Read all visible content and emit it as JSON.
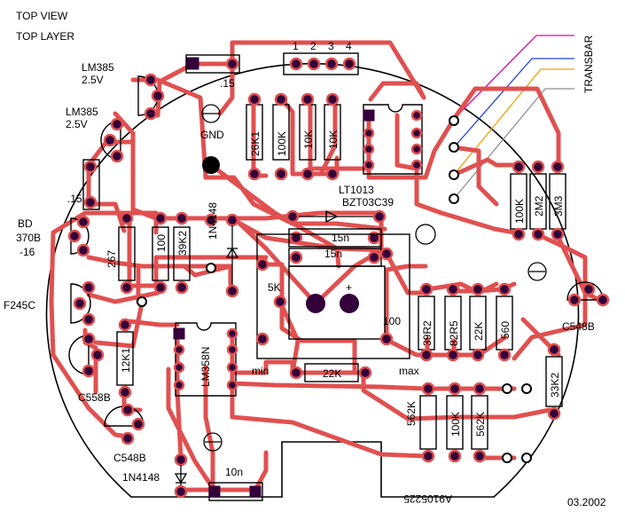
{
  "header": {
    "view": "TOP VIEW",
    "layer": "TOP LAYER"
  },
  "connector": {
    "pins": [
      "1",
      "2",
      "3",
      "4"
    ],
    "transbar": "TRANSBAR",
    "wire_colors": [
      "#e000b0",
      "#2040e0",
      "#f0a000",
      "#909090"
    ]
  },
  "components": {
    "lm385_top": "LM385",
    "lm385_top_v": "2.5V",
    "lm385_mid": "LM385",
    "lm385_mid_v": "2.5V",
    "cap_015_top": ".15",
    "cap_015_left": ".15",
    "gnd": "GND",
    "r_26k1": "26K1",
    "r_100k_a": "100K",
    "r_10k_a": "10K",
    "r_10k_b": "10K",
    "lt1013": "LT1013",
    "bzt": "BZT03C39",
    "r_100k_b": "100K",
    "r_2m2": "2M2",
    "r_3m3": "3M3",
    "bd": "BD",
    "bd_num": "370B",
    "bd_suffix": "-16",
    "r_267": "267",
    "r_100_a": "100",
    "r_39k2": "39K2",
    "diode_1n4148_a": "1N4148",
    "cap_15n_a": "15n",
    "cap_15n_b": "15n",
    "f245c": "F245C",
    "pot_5k": "5K",
    "plus": "+",
    "r_100_b": "100",
    "r_39r2": "39R2",
    "r_82r5": "82R5",
    "r_22k_a": "22K",
    "r_560": "560",
    "c548b_right": "C548B",
    "r_12k1": "12K1",
    "lm358n": "LM358N",
    "pot_min": "min",
    "r_22k_b": "22K",
    "pot_max": "max",
    "c558b": "C558B",
    "r_33k2": "33K2",
    "r_562k_a": "562K",
    "r_100k_c": "100K",
    "r_562k_b": "562K",
    "c548b_left": "C548B",
    "diode_1n4148_b": "1N4148",
    "cap_10n": "10n",
    "board_id": "A9105225",
    "date": "03.2002"
  }
}
